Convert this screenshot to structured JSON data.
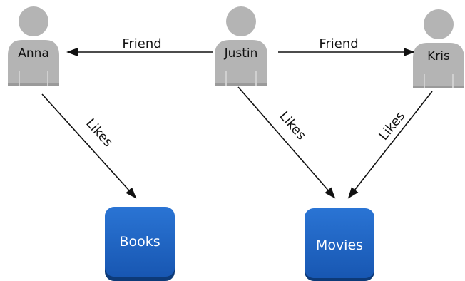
{
  "people": {
    "anna": {
      "label": "Anna"
    },
    "justin": {
      "label": "Justin"
    },
    "kris": {
      "label": "Kris"
    }
  },
  "topics": {
    "books": {
      "label": "Books"
    },
    "movies": {
      "label": "Movies"
    }
  },
  "relations": {
    "justin_anna": "Friend",
    "justin_kris": "Friend",
    "anna_books": "Likes",
    "justin_movies": "Likes",
    "kris_movies": "Likes"
  },
  "colors": {
    "person_fill": "#b4b4b4",
    "person_detail": "#d0d0d0",
    "topic_fill": "#1b62c1",
    "topic_shadow": "#0d3a78",
    "edge": "#111111"
  }
}
